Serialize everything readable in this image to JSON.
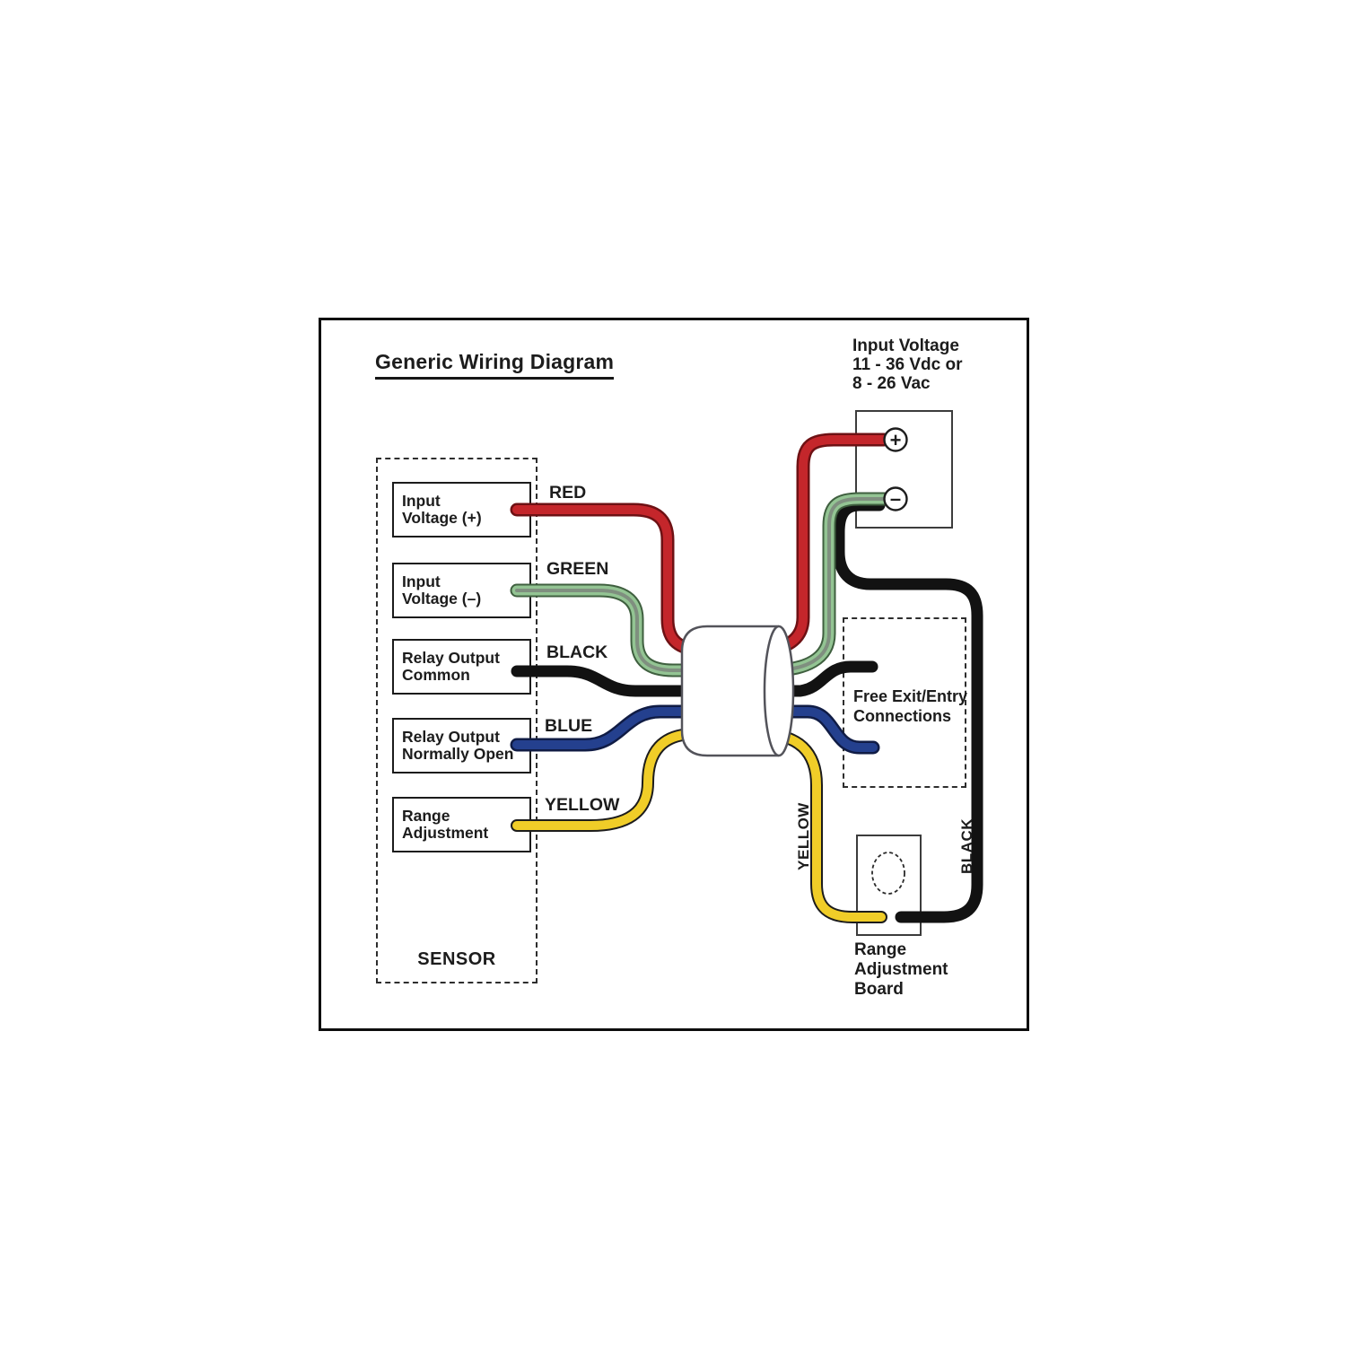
{
  "diagram": {
    "title": "Generic Wiring Diagram",
    "power_supply": {
      "note_line1": "Input Voltage",
      "note_line2": "11 - 36 Vdc or",
      "note_line3": "8 - 26 Vac",
      "positive_terminal": "+",
      "negative_terminal": "–"
    },
    "sensor": {
      "label": "SENSOR",
      "terminals": [
        {
          "line1": "Input",
          "line2": "Voltage (+)",
          "wire": "RED"
        },
        {
          "line1": "Input",
          "line2": "Voltage (–)",
          "wire": "GREEN"
        },
        {
          "line1": "Relay Output",
          "line2": "Common",
          "wire": "BLACK"
        },
        {
          "line1": "Relay Output",
          "line2": "Normally Open",
          "wire": "BLUE"
        },
        {
          "line1": "Range",
          "line2": "Adjustment",
          "wire": "YELLOW"
        }
      ]
    },
    "free_exit": {
      "line1": "Free Exit/Entry",
      "line2": "Connections"
    },
    "range_board": {
      "line1": "Range",
      "line2": "Adjustment",
      "line3": "Board"
    },
    "vertical_labels": {
      "yellow": "YELLOW",
      "black": "BLACK"
    },
    "wire_colors": {
      "red": "#c4262b",
      "green": "#93c493",
      "green_core": "#7f8f7f",
      "black": "#121212",
      "blue": "#24408e",
      "yellow": "#f0cd28"
    }
  }
}
